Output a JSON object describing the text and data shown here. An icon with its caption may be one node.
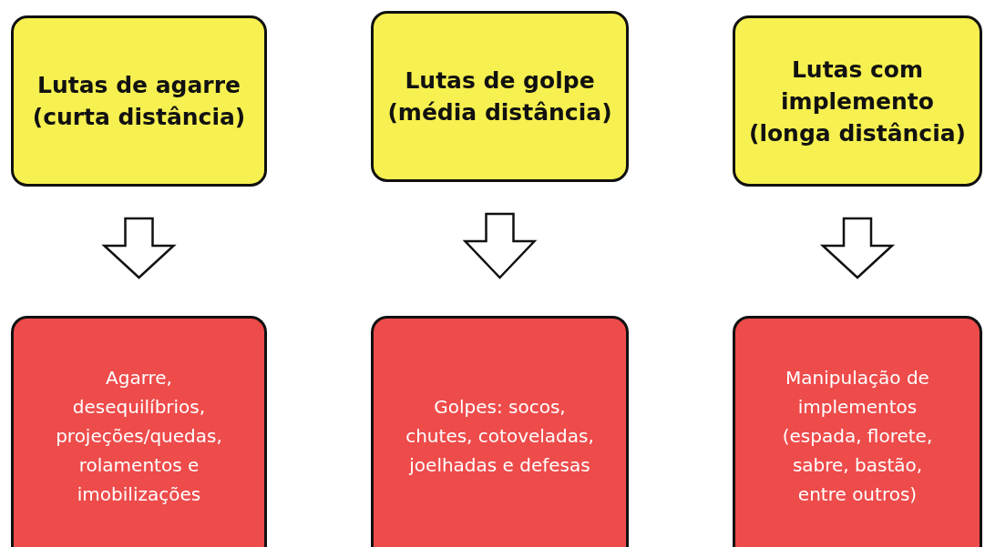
{
  "diagram": {
    "nodes": [
      {
        "text": [
          "Lutas de agarre (curta distância)"
        ]
      },
      {
        "text": [
          "Lutas de golpe (média distância)"
        ]
      },
      {
        "text": [
          "Lutas com implemento (longa distância)"
        ]
      },
      {
        "text": [
          "Agarre, desequilíbrios, projeções/quedas, rolamentos e imobilizações"
        ]
      },
      {
        "text": [
          "Golpes: socos, chutes, cotoveladas, joelhadas e defesas"
        ]
      },
      {
        "text": [
          "Manipulação de implementos (espada, florete, sabre, bastão, entre outros)"
        ]
      }
    ],
    "edges": [
      {
        "from": 0,
        "to": 3,
        "arrow": "to"
      },
      {
        "from": 1,
        "to": 4,
        "arrow": "to"
      },
      {
        "from": 2,
        "to": 5,
        "arrow": "to"
      }
    ]
  }
}
